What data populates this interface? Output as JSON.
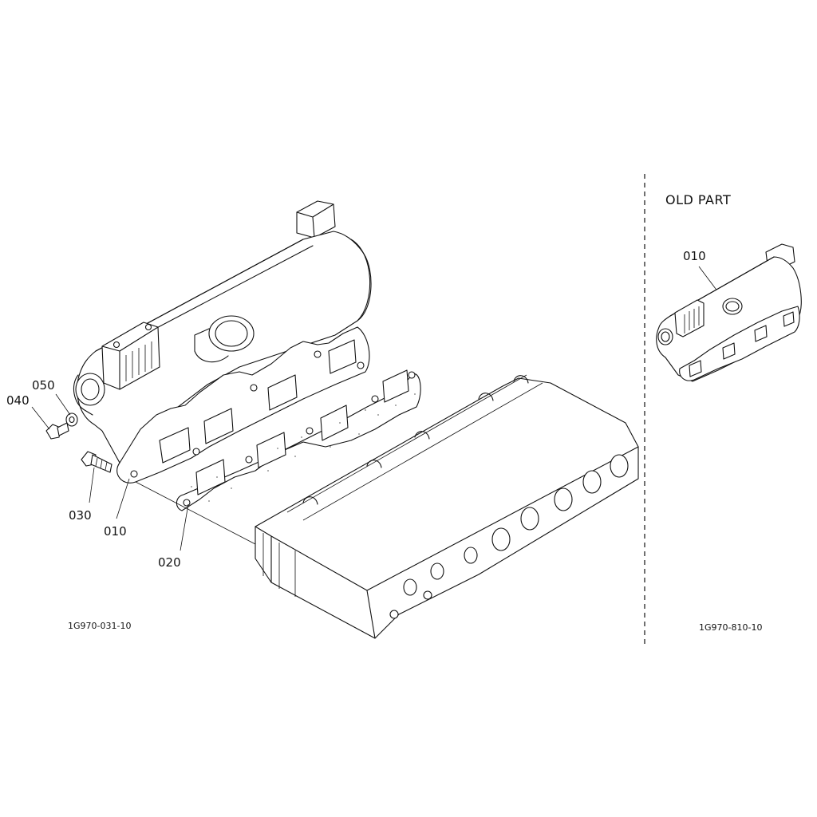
{
  "diagram": {
    "old_part_heading": "OLD PART",
    "figure_codes": {
      "main": "1G970-031-10",
      "old": "1G970-810-10"
    },
    "callouts": {
      "p010_main": "010",
      "p020": "020",
      "p030": "030",
      "p040": "040",
      "p050": "050",
      "p010_old": "010"
    },
    "colors": {
      "line": "#111111",
      "background": "#ffffff",
      "gasket_texture": "#777777"
    }
  }
}
